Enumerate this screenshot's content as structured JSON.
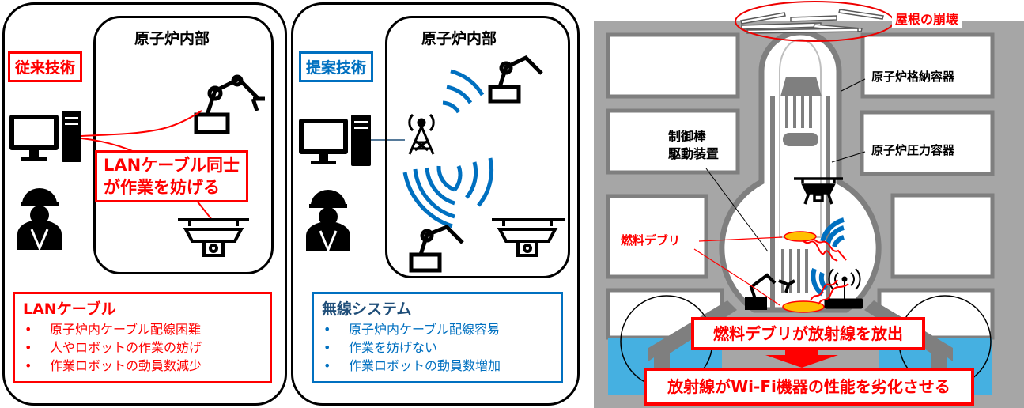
{
  "conventional": {
    "area_title": "原子炉内部",
    "tag": "従来技術",
    "callout_line1": "LANケーブル同士",
    "callout_line2": "が作業を妨げる",
    "list_title": "LANケーブル",
    "items": [
      "原子炉内ケーブル配線困難",
      "人やロボットの作業の妨げ",
      "作業ロボットの動員数減少"
    ]
  },
  "proposed": {
    "area_title": "原子炉内部",
    "tag": "提案技術",
    "list_title": "無線システム",
    "items": [
      "原子炉内ケーブル配線容易",
      "作業を妨げない",
      "作業ロボットの動員数増加"
    ]
  },
  "reactor": {
    "roof_label": "屋根の崩壊",
    "containment_label": "原子炉格納容器",
    "pressure_vessel_label": "原子炉圧力容器",
    "crd_label_line1": "制御棒",
    "crd_label_line2": "駆動装置",
    "debris_label": "燃料デブリ",
    "statement1": "燃料デブリが放射線を放出",
    "statement2": "放射線がWi-Fi機器の性能を劣化させる"
  },
  "colors": {
    "red": "#ff0000",
    "blue": "#0070c0",
    "gray": "#a6a6a6",
    "dark_gray": "#7f7f7f",
    "water": "#45b0e1",
    "debris": "#ffc000"
  }
}
